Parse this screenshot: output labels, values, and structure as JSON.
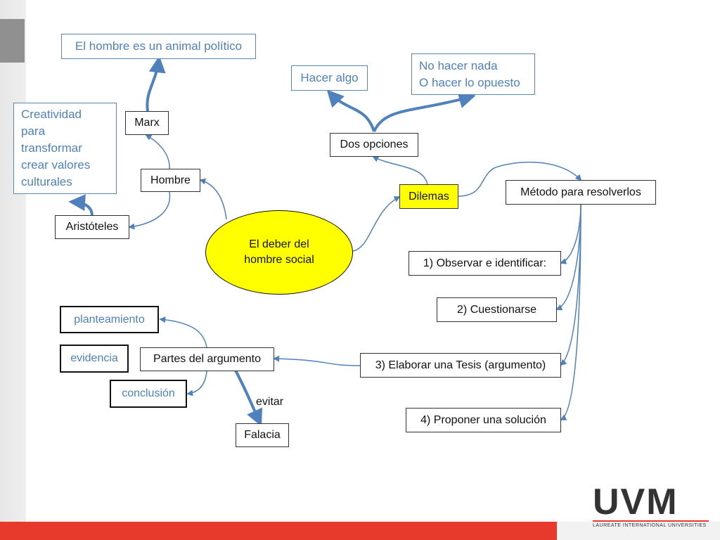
{
  "center": {
    "line1": "El deber del",
    "line2": "hombre social"
  },
  "nodes": {
    "hombre_politico": "El hombre es un animal político",
    "marx": "Marx",
    "creatividad": [
      "Creatividad",
      "para",
      "transformar",
      "crear valores",
      "culturales"
    ],
    "hombre": "Hombre",
    "aristoteles": "Aristóteles",
    "hacer_algo": "Hacer algo",
    "no_hacer_nada": [
      "No hacer nada",
      "O hacer lo opuesto"
    ],
    "dos_opciones": "Dos opciones",
    "dilemas": "Dilemas",
    "metodo": "Método para resolverlos",
    "paso1": "1) Observar e identificar:",
    "paso2": "2) Cuestionarse",
    "paso3": "3) Elaborar una Tesis (argumento)",
    "paso4": "4) Proponer una solución",
    "planteamiento": "planteamiento",
    "evidencia": "evidencia",
    "partes": "Partes del argumento",
    "conclusion": "conclusión",
    "evitar": "evitar",
    "falacia": "Falacia"
  },
  "logo": {
    "text": "UVM",
    "subtitle": "LAUREATE INTERNATIONAL UNIVERSITIES"
  },
  "colors": {
    "accent_red": "#e8392d",
    "node_yellow": "#ffff00",
    "link_blue": "#4f81bd"
  }
}
